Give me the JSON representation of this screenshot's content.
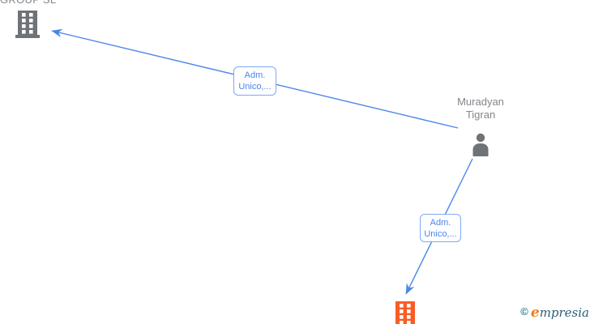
{
  "colors": {
    "canvas-bg": "#ffffff",
    "edge-blue": "#4a86e8",
    "label-border": "#7fa9f2",
    "label-text": "#4a86e8",
    "node-gray": "#6f7377",
    "text-gray": "#82868a",
    "node-orange": "#f95c26",
    "brand-teal": "#2a7d8e",
    "brand-dark": "#2a5f78",
    "brand-orange": "#ef7f1a"
  },
  "nodes": {
    "company_top": {
      "label": "GROUP SL",
      "icon": "building-icon"
    },
    "person": {
      "label_lines": [
        "Muradyan",
        "Tigran"
      ],
      "icon": "person-icon"
    },
    "company_bottom": {
      "icon": "building-icon"
    }
  },
  "edges": [
    {
      "from": "person",
      "to": "company_top",
      "label_lines": [
        "Adm.",
        "Unico,..."
      ]
    },
    {
      "from": "person",
      "to": "company_bottom",
      "label_lines": [
        "Adm.",
        "Unico,..."
      ]
    }
  ],
  "watermark": {
    "copyright_symbol": "©",
    "brand_initial": "e",
    "brand_rest": "mpresia"
  }
}
